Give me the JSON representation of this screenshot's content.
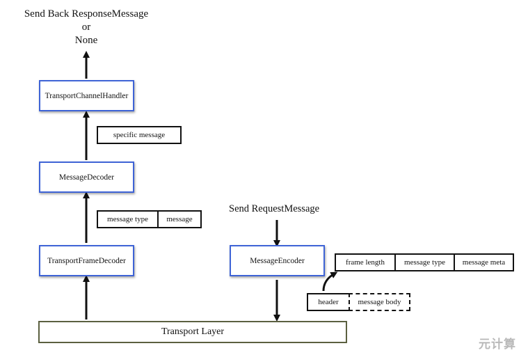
{
  "top_label": {
    "line1": "Send Back ResponseMessage",
    "line2": "or",
    "line3": "None"
  },
  "boxes": {
    "transport_channel_handler": "TransportChannelHandler",
    "message_decoder": "MessageDecoder",
    "transport_frame_decoder": "TransportFrameDecoder",
    "message_encoder": "MessageEncoder",
    "transport_layer": "Transport Layer"
  },
  "decoded_output": [
    "specific message"
  ],
  "decoder_input": [
    "message type",
    "message"
  ],
  "send_label": "Send RequestMessage",
  "encoded_frame": [
    "frame length",
    "message type",
    "message meta"
  ],
  "encoded_output": [
    "header",
    "message body"
  ],
  "watermark": "元计算",
  "colors": {
    "blue_border": "#3e63d6",
    "black": "#111111",
    "transport_border": "#5b6040"
  }
}
